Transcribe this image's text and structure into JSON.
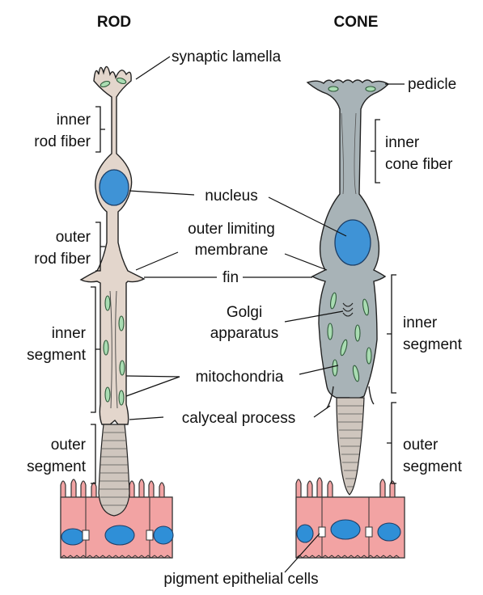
{
  "headings": {
    "rod": "ROD",
    "cone": "CONE"
  },
  "labels": {
    "synaptic_lamella": "synaptic lamella",
    "pedicle": "pedicle",
    "inner_rod_fiber_1": "inner",
    "inner_rod_fiber_2": "rod fiber",
    "inner_cone_fiber_1": "inner",
    "inner_cone_fiber_2": "cone fiber",
    "nucleus": "nucleus",
    "outer_rod_fiber_1": "outer",
    "outer_rod_fiber_2": "rod fiber",
    "outer_limiting_membrane_1": "outer limiting",
    "outer_limiting_membrane_2": "membrane",
    "fin": "fin",
    "golgi_1": "Golgi",
    "golgi_2": "apparatus",
    "rod_inner_segment_1": "inner",
    "rod_inner_segment_2": "segment",
    "cone_inner_segment_1": "inner",
    "cone_inner_segment_2": "segment",
    "mitochondria": "mitochondria",
    "calyceal_process": "calyceal process",
    "rod_outer_segment_1": "outer",
    "rod_outer_segment_2": "segment",
    "cone_outer_segment_1": "outer",
    "cone_outer_segment_2": "segment",
    "pigment_epithelial_cells": "pigment epithelial cells"
  },
  "colors": {
    "rod_cytoplasm": "#e3d6cc",
    "cone_cytoplasm": "#a8b3b7",
    "nucleus": "#3f93d6",
    "mitochondria": "#a9dcb2",
    "epithelium": "#f2a3a3"
  }
}
